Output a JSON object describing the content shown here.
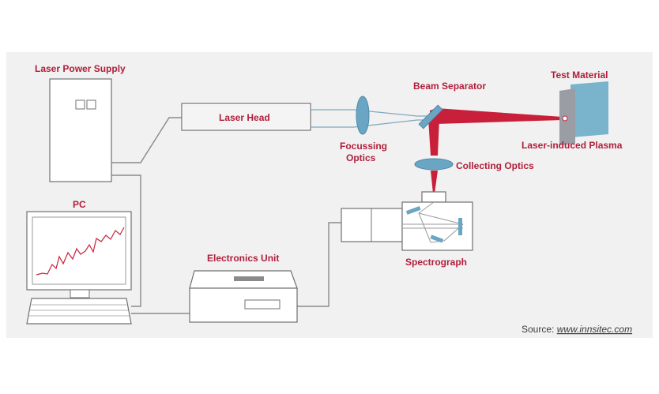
{
  "labels": {
    "laser_power_supply": "Laser Power Supply",
    "pc": "PC",
    "laser_head": "Laser Head",
    "focussing_optics_1": "Focussing",
    "focussing_optics_2": "Optics",
    "beam_separator": "Beam Separator",
    "test_material": "Test Material",
    "laser_induced_plasma": "Laser-induced Plasma",
    "collecting_optics": "Collecting Optics",
    "spectrograph": "Spectrograph",
    "electronics_unit": "Electronics Unit"
  },
  "source": {
    "prefix": "Source: ",
    "link": "www.innsitec.com"
  },
  "colors": {
    "label_red": "#b01e3a",
    "laser_red": "#c8203a",
    "optics_blue": "#6aa6c4",
    "panel_gray": "#f1f1f1",
    "line_gray": "#8a8a8a"
  }
}
